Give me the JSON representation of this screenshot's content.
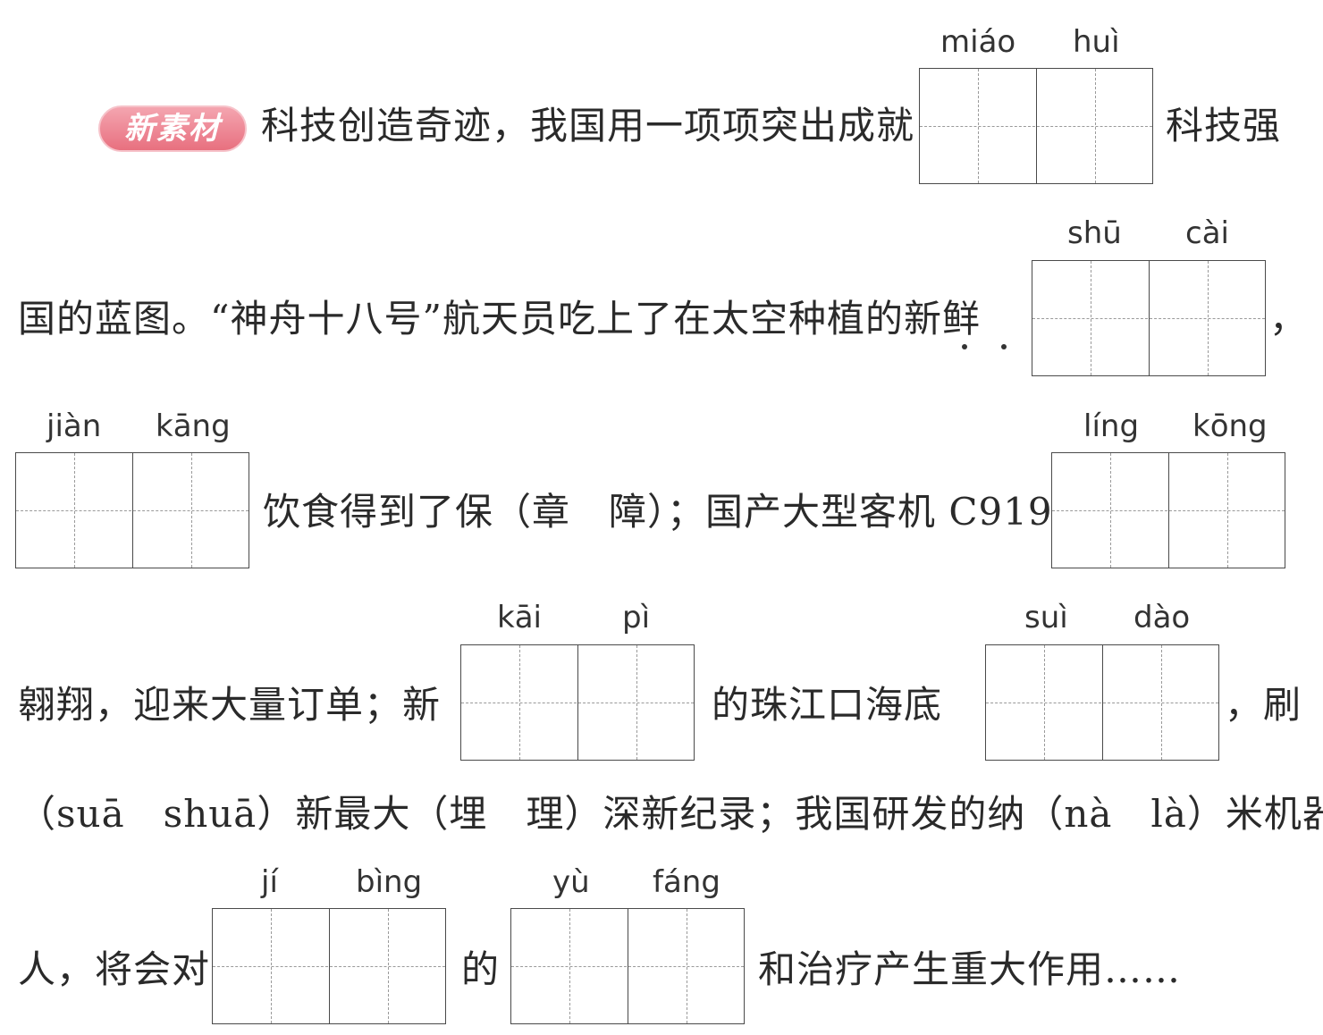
{
  "badge": "新素材",
  "line1": {
    "text": "科技创造奇迹，我国用一项项突出成就",
    "after": "科技强",
    "py": [
      "miáo",
      "huì"
    ]
  },
  "line2": {
    "text": "国的蓝图。“神舟十八号”航天员吃上了在太空种植的新鲜",
    "after": "，",
    "py": [
      "shū",
      "cài"
    ]
  },
  "line3": {
    "text": "饮食得到了保（章　障）；国产大型客机 C919",
    "py_left": [
      "jiàn",
      "kāng"
    ],
    "py_right": [
      "líng",
      "kōng"
    ]
  },
  "line4": {
    "a": "翱翔，迎来大量订单；新",
    "b": "的珠江口海底",
    "c": "，刷",
    "py_a": [
      "kāi",
      "pì"
    ],
    "py_b": [
      "suì",
      "dào"
    ]
  },
  "line5": {
    "text": "（suā　shuā）新最大（埋　理）深新纪录；我国研发的纳（nà　là）米机器"
  },
  "line6": {
    "a": "人，将会对",
    "b": "的",
    "c": "和治疗产生重大作用……",
    "py_a": [
      "jí",
      "bìng"
    ],
    "py_b": [
      "yù",
      "fáng"
    ]
  }
}
